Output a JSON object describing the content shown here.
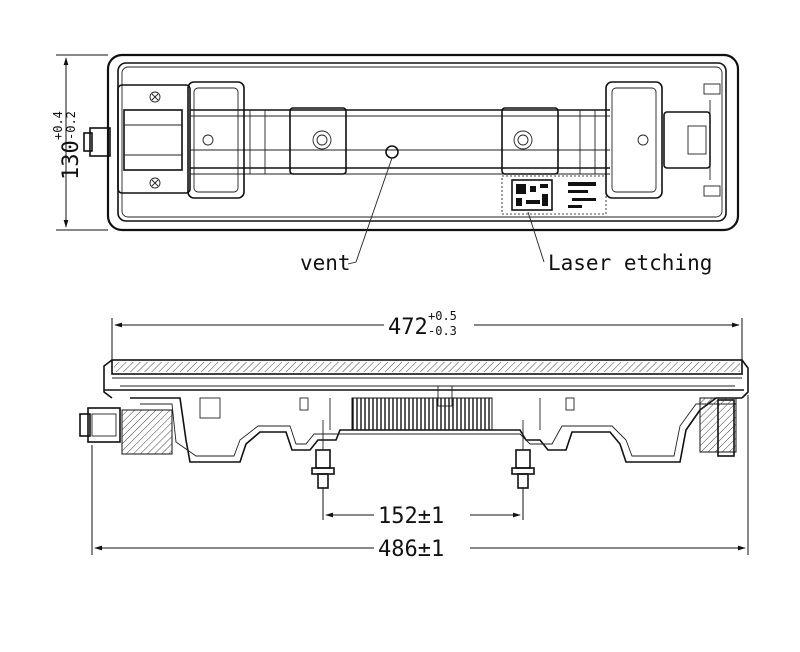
{
  "top_view": {
    "height_dim": {
      "nominal": "130",
      "tol_plus": "+0.4",
      "tol_minus": "-0.2"
    },
    "callouts": {
      "vent": "vent",
      "laser": "Laser etching"
    }
  },
  "side_view": {
    "length_dim": {
      "nominal": "472",
      "tol_plus": "+0.5",
      "tol_minus": "-0.3"
    },
    "mount_spacing": "152±1",
    "overall_length": "486±1"
  }
}
